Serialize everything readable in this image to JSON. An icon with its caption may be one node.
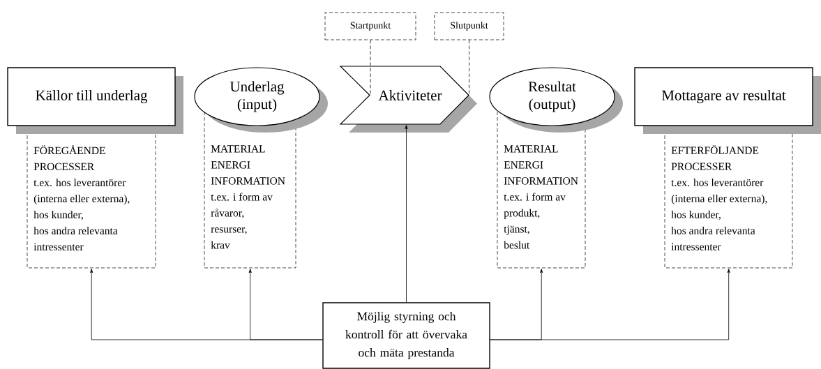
{
  "diagram": {
    "nodes": [
      {
        "text": [
          "Källor till underlag"
        ]
      },
      {
        "text": [
          "Underlag (input)"
        ]
      },
      {
        "text": [
          "Aktiviteter"
        ]
      },
      {
        "text": [
          "Resultat (output)"
        ]
      },
      {
        "text": [
          "Mottagare av resultat"
        ]
      },
      {
        "text": [
          "Startpunkt"
        ]
      },
      {
        "text": [
          "Slutpunkt"
        ]
      },
      {
        "text": [
          "FÖREGÅENDE PROCESSER",
          "t.ex. hos leverantörer",
          "(interna eller externa),",
          "hos kunder,",
          "hos andra relevanta intressenter"
        ]
      },
      {
        "text": [
          "MATERIAL",
          "ENERGI",
          "INFORMATION",
          "t.ex. i form av",
          "råvaror,",
          "resurser,",
          "krav"
        ]
      },
      {
        "text": [
          "MATERIAL",
          "ENERGI",
          "INFORMATION",
          "t.ex. i form av",
          "produkt,",
          "tjänst,",
          "beslut"
        ]
      },
      {
        "text": [
          "EFTERFÖLJANDE PROCESSER",
          "t.ex. hos leverantörer",
          "(interna eller externa),",
          "hos kunder,",
          "hos andra relevanta intressenter"
        ]
      },
      {
        "text": [
          "Möjlig styrning och kontroll för att övervaka och mäta prestanda"
        ]
      }
    ],
    "edges": [
      {
        "from": 5,
        "to": 2,
        "arrow": "none",
        "style": "dashed"
      },
      {
        "from": 6,
        "to": 2,
        "arrow": "none",
        "style": "dashed"
      },
      {
        "from": 11,
        "to": 2,
        "arrow": "to"
      },
      {
        "from": 11,
        "to": 7,
        "arrow": "to"
      },
      {
        "from": 11,
        "to": 8,
        "arrow": "to"
      },
      {
        "from": 11,
        "to": 9,
        "arrow": "to"
      },
      {
        "from": 11,
        "to": 10,
        "arrow": "to"
      }
    ]
  }
}
